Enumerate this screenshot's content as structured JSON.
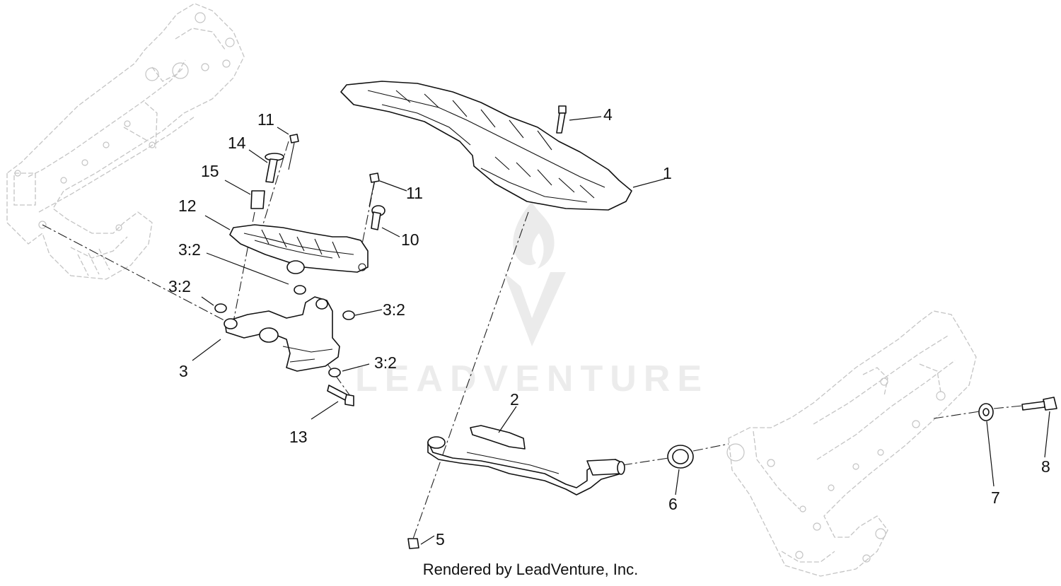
{
  "watermark": {
    "text": "LEADVENTURE"
  },
  "footer": {
    "text": "Rendered by LeadVenture, Inc."
  },
  "callouts": [
    {
      "id": "1",
      "label": "1"
    },
    {
      "id": "2",
      "label": "2"
    },
    {
      "id": "3",
      "label": "3"
    },
    {
      "id": "3:2a",
      "label": "3:2"
    },
    {
      "id": "3:2b",
      "label": "3:2"
    },
    {
      "id": "3:2c",
      "label": "3:2"
    },
    {
      "id": "3:2d",
      "label": "3:2"
    },
    {
      "id": "4",
      "label": "4"
    },
    {
      "id": "5",
      "label": "5"
    },
    {
      "id": "6",
      "label": "6"
    },
    {
      "id": "7",
      "label": "7"
    },
    {
      "id": "8",
      "label": "8"
    },
    {
      "id": "10",
      "label": "10"
    },
    {
      "id": "11a",
      "label": "11"
    },
    {
      "id": "11b",
      "label": "11"
    },
    {
      "id": "12",
      "label": "12"
    },
    {
      "id": "13",
      "label": "13"
    },
    {
      "id": "14",
      "label": "14"
    },
    {
      "id": "15",
      "label": "15"
    }
  ]
}
